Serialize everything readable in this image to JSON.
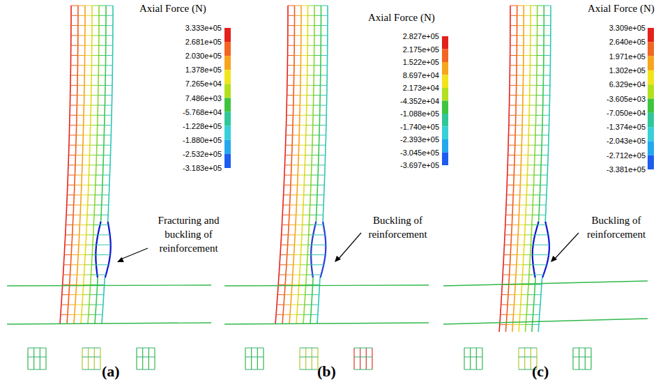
{
  "diagram": {
    "labels": [
      "Axial Force (N)",
      "3.333e+05",
      "2.681e+05",
      "2.030e+05",
      "1.378e+05",
      "7.265e+04",
      "7.486e+03",
      "-5.768e+04",
      "-1.228e+05",
      "-1.880e+05",
      "-2.532e+05",
      "-3.183e+05",
      "Fracturing and buckling of reinforcement",
      "(a)",
      "Axial Force (N)",
      "2.827e+05",
      "2.175e+05",
      "1.522e+05",
      "8.697e+04",
      "2.173e+04",
      "-4.352e+04",
      "-1.088e+05",
      "-1.740e+05",
      "-2.393e+05",
      "-3.045e+05",
      "-3.697e+05",
      "Buckling of reinforcement",
      "(b)",
      "Axial Force (N)",
      "3.309e+05",
      "2.640e+05",
      "1.971e+05",
      "1.302e+05",
      "6.329e+04",
      "-3.605e+03",
      "-7.050e+04",
      "-1.374e+05",
      "-2.043e+05",
      "-2.712e+05",
      "-3.381e+05",
      "Buckling of reinforcement",
      "(c)"
    ]
  }
}
